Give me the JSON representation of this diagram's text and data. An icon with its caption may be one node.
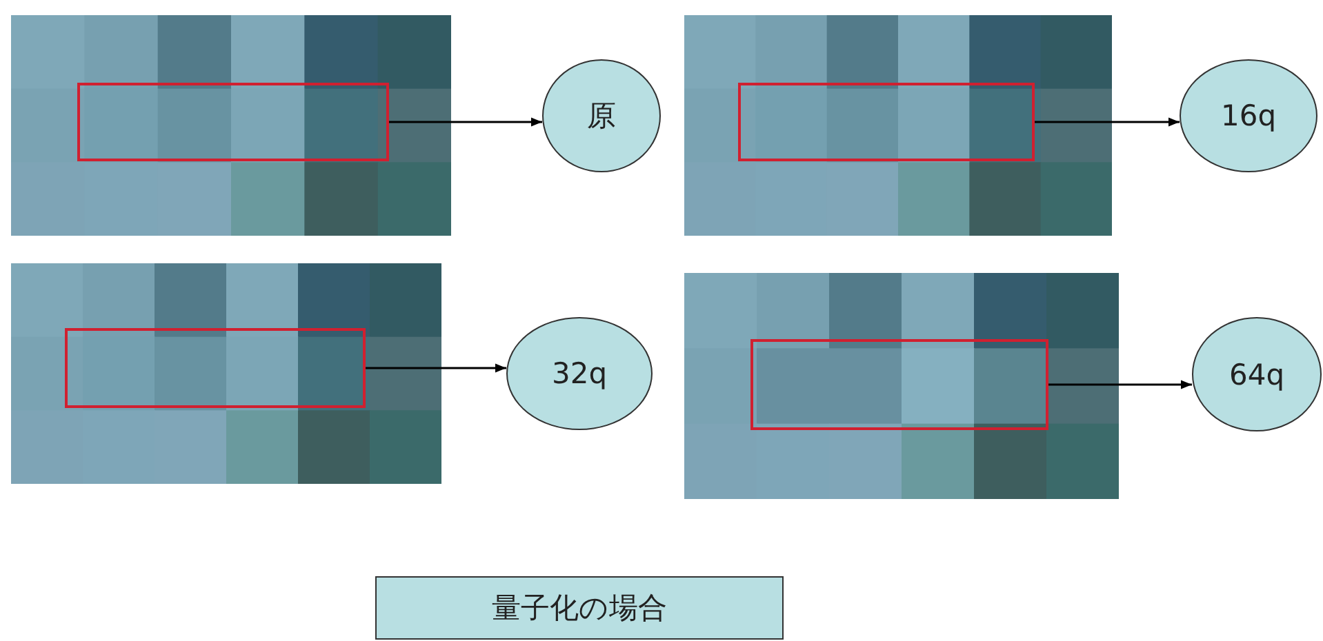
{
  "diagram": {
    "nodes": [
      {
        "text": [],
        "shape": "picture"
      },
      {
        "text": [],
        "shape": "box",
        "in": 0
      },
      {
        "text": [
          "原"
        ]
      },
      {
        "text": [],
        "shape": "picture"
      },
      {
        "text": [],
        "shape": "box",
        "in": 3
      },
      {
        "text": [
          "16q"
        ]
      },
      {
        "text": [],
        "shape": "picture"
      },
      {
        "text": [],
        "shape": "box",
        "in": 6
      },
      {
        "text": [
          "32q"
        ]
      },
      {
        "text": [],
        "shape": "picture"
      },
      {
        "text": [],
        "shape": "box",
        "in": 9
      },
      {
        "text": [
          "64q"
        ]
      },
      {
        "text": [
          "量子化の場合"
        ]
      }
    ],
    "edges": [
      {
        "from": 1,
        "to": 2,
        "arrow": "to"
      },
      {
        "from": 4,
        "to": 5,
        "arrow": "to"
      },
      {
        "from": 7,
        "to": 8,
        "arrow": "to"
      },
      {
        "from": 10,
        "to": 11,
        "arrow": "to"
      }
    ]
  }
}
